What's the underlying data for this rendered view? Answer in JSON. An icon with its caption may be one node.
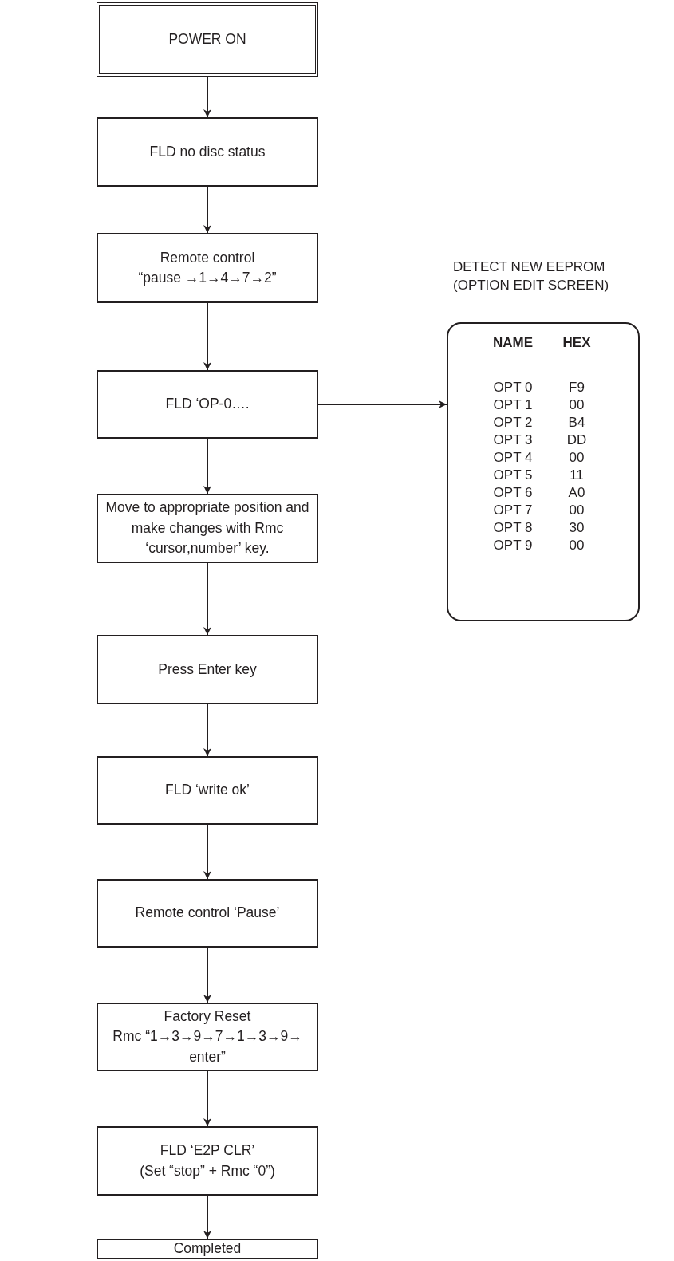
{
  "diagram": {
    "nodes": [
      {
        "text": [
          "POWER ON"
        ]
      },
      {
        "text": [
          "FLD no disc status"
        ]
      },
      {
        "text": [
          "Remote control",
          "“pause →1→4→7→2”"
        ]
      },
      {
        "text": [
          "FLD ‘OP-0…."
        ]
      },
      {
        "text": [
          "Move to appropriate position and make changes with Rmc ‘cursor,number’ key."
        ]
      },
      {
        "text": [
          "Press Enter key"
        ]
      },
      {
        "text": [
          "FLD ‘write ok’"
        ]
      },
      {
        "text": [
          "Remote control ‘Pause’"
        ]
      },
      {
        "text": [
          "Factory Reset",
          "Rmc “1→3→9→7→1→3→9→ enter”"
        ]
      },
      {
        "text": [
          "FLD ‘E2P CLR’",
          "(Set “stop” + Rmc “0”)"
        ]
      },
      {
        "text": [
          "Completed"
        ]
      },
      {
        "text": [
          "DETECT NEW EEPROM (OPTION EDIT SCREEN)"
        ]
      }
    ],
    "edges": [
      {
        "from": 0,
        "to": 1,
        "arrow": "to"
      },
      {
        "from": 1,
        "to": 2,
        "arrow": "to"
      },
      {
        "from": 2,
        "to": 3,
        "arrow": "to"
      },
      {
        "from": 3,
        "to": 4,
        "arrow": "to"
      },
      {
        "from": 4,
        "to": 5,
        "arrow": "to"
      },
      {
        "from": 5,
        "to": 6,
        "arrow": "to"
      },
      {
        "from": 6,
        "to": 7,
        "arrow": "to"
      },
      {
        "from": 7,
        "to": 8,
        "arrow": "to"
      },
      {
        "from": 8,
        "to": 9,
        "arrow": "to"
      },
      {
        "from": 9,
        "to": 10,
        "arrow": "to"
      },
      {
        "from": 3,
        "to": 11,
        "arrow": "to"
      }
    ],
    "labels": [
      "NAME",
      "HEX",
      "OPT 0",
      "F9",
      "OPT 1",
      "00",
      "OPT 2",
      "B4",
      "OPT 3",
      "DD",
      "OPT 4",
      "00",
      "OPT 5",
      "11",
      "OPT 6",
      "A0",
      "OPT 7",
      "00",
      "OPT 8",
      "30",
      "OPT 9",
      "00"
    ]
  }
}
